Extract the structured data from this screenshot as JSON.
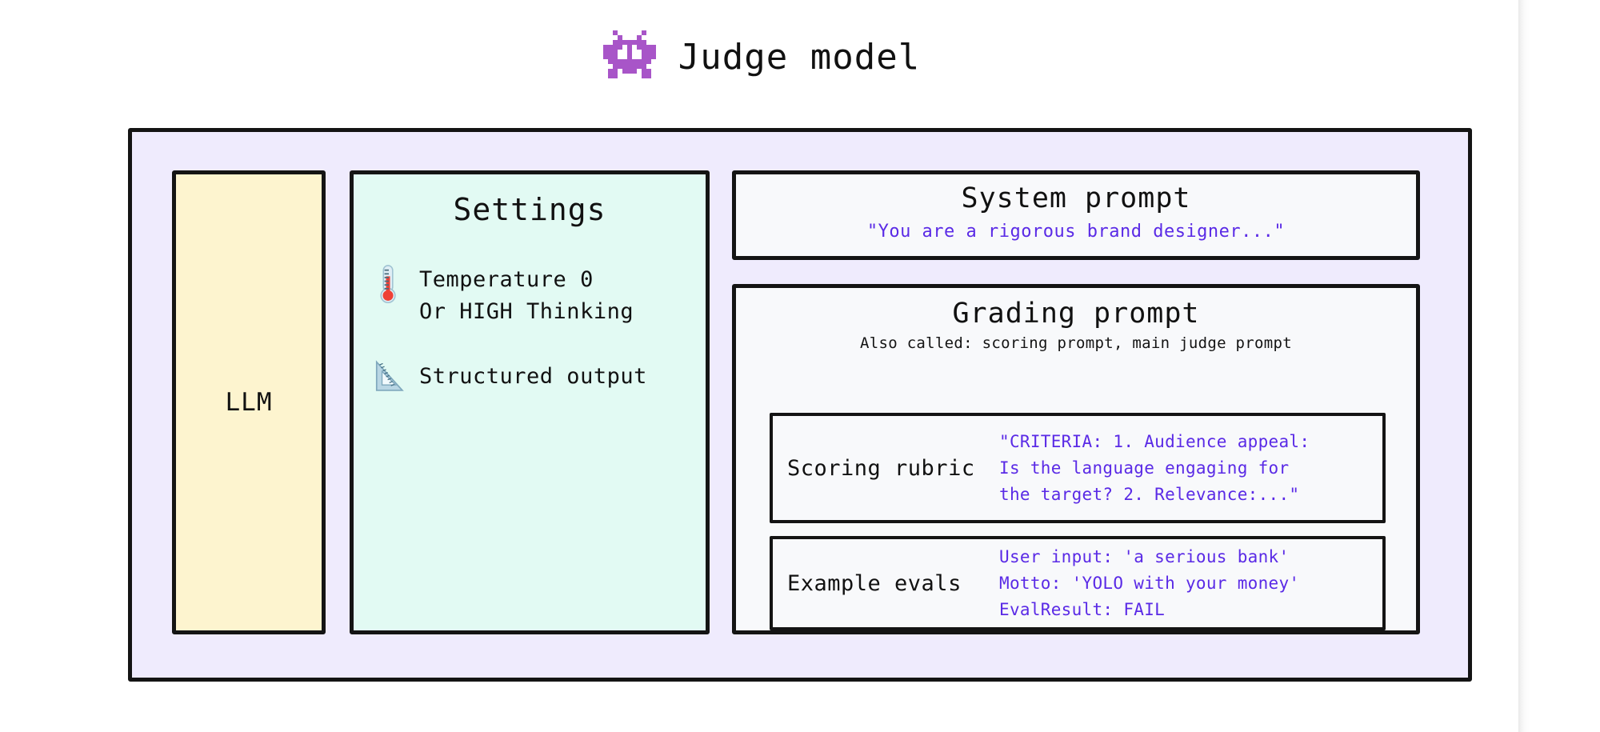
{
  "header": {
    "icon": "alien-monster-icon",
    "title": "Judge model"
  },
  "diagram": {
    "llm": {
      "label": "LLM"
    },
    "settings": {
      "title": "Settings",
      "items": [
        {
          "icon": "thermometer-icon",
          "text": "Temperature 0\nOr HIGH Thinking"
        },
        {
          "icon": "triangular-ruler-icon",
          "text": "Structured output"
        }
      ]
    },
    "system_prompt": {
      "title": "System prompt",
      "quote": "\"You are a rigorous brand designer...\""
    },
    "grading_prompt": {
      "title": "Grading prompt",
      "subtitle": "Also called: scoring prompt, main judge prompt",
      "rows": [
        {
          "label": "Scoring rubric",
          "value": "\"CRITERIA: 1. Audience appeal:\nIs the language engaging for\nthe target? 2. Relevance:...\""
        },
        {
          "label": "Example evals",
          "value": "User input: 'a serious bank'\nMotto: 'YOLO with your money'\nEvalResult: FAIL"
        }
      ]
    }
  },
  "colors": {
    "outer_background": "#efebfd",
    "llm_fill": "#fdf4cf",
    "settings_fill": "#e2faf3",
    "panel_fill": "#f8f9fb",
    "stroke": "#141414",
    "accent_purple": "#5a2ae6",
    "alien_purple": "#a855c8"
  }
}
